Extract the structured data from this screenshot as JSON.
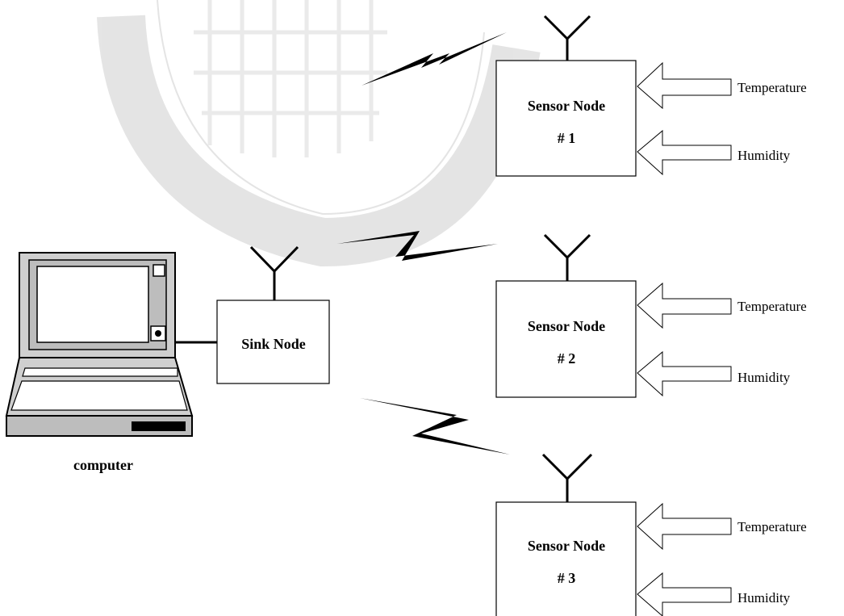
{
  "sink": {
    "label": "Sink Node"
  },
  "computer": {
    "label": "computer"
  },
  "sensors": [
    {
      "title": "Sensor Node",
      "number": "# 1",
      "inputs": [
        "Temperature",
        "Humidity"
      ]
    },
    {
      "title": "Sensor Node",
      "number": "# 2",
      "inputs": [
        "Temperature",
        "Humidity"
      ]
    },
    {
      "title": "Sensor Node",
      "number": "# 3",
      "inputs": [
        "Temperature",
        "Humidity"
      ]
    }
  ],
  "colors": {
    "line": "#000000",
    "watermark": "#cfcfcf",
    "background": "#ffffff"
  }
}
